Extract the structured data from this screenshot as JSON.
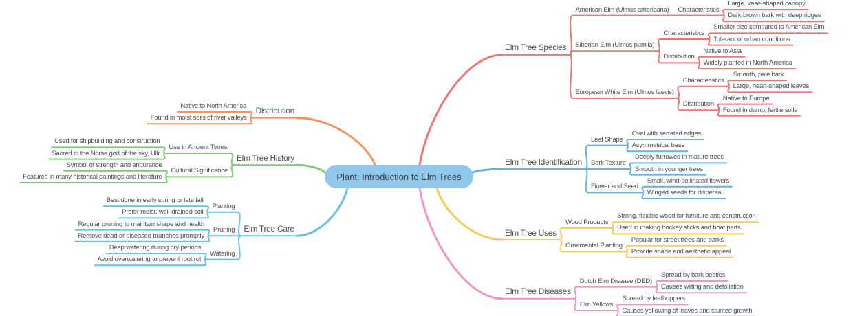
{
  "root": {
    "label": "Plant: Introduction to Elm Trees"
  },
  "theme": {
    "background": "#ffffff",
    "root_fill": "#92c7ec",
    "root_text": "#3a4149",
    "label_text": "#4a4f55"
  },
  "branches": [
    {
      "label": "Elm Tree Species",
      "color": "#ef7575",
      "side": "right",
      "children": [
        {
          "label": "American Elm (Ulmus americana)",
          "children": [
            {
              "label": "Characteristics",
              "children": [
                {
                  "label": "Large, vase-shaped canopy"
                },
                {
                  "label": "Dark brown bark with deep ridges"
                }
              ]
            }
          ]
        },
        {
          "label": "Siberian Elm (Ulmus pumila)",
          "children": [
            {
              "label": "Characteristics",
              "children": [
                {
                  "label": "Smaller size compared to American Elm"
                },
                {
                  "label": "Tolerant of urban conditions"
                }
              ]
            },
            {
              "label": "Distribution",
              "children": [
                {
                  "label": "Native to Asia"
                },
                {
                  "label": "Widely planted in North America"
                }
              ]
            }
          ]
        },
        {
          "label": "European White Elm (Ulmus laevis)",
          "children": [
            {
              "label": "Characteristics",
              "children": [
                {
                  "label": "Smooth, pale bark"
                },
                {
                  "label": "Large, heart-shaped leaves"
                }
              ]
            },
            {
              "label": "Distribution",
              "children": [
                {
                  "label": "Native to Europe"
                },
                {
                  "label": "Found in damp, fertile soils"
                }
              ]
            }
          ]
        }
      ]
    },
    {
      "label": "Elm Tree Identification",
      "color": "#63b1e5",
      "side": "right",
      "children": [
        {
          "label": "Leaf Shape",
          "children": [
            {
              "label": "Oval with serrated edges"
            },
            {
              "label": "Asymmetrical base"
            }
          ]
        },
        {
          "label": "Bark Texture",
          "children": [
            {
              "label": "Deeply furrowed in mature trees"
            },
            {
              "label": "Smooth in younger trees"
            }
          ]
        },
        {
          "label": "Flower and Seed",
          "children": [
            {
              "label": "Small, wind-pollinated flowers"
            },
            {
              "label": "Winged seeds for dispersal"
            }
          ]
        }
      ]
    },
    {
      "label": "Elm Tree Uses",
      "color": "#f8c85a",
      "side": "right",
      "children": [
        {
          "label": "Wood Products",
          "children": [
            {
              "label": "Strong, flexible wood for furniture and construction"
            },
            {
              "label": "Used in making hockey sticks and boat parts"
            }
          ]
        },
        {
          "label": "Ornamental Planting",
          "children": [
            {
              "label": "Popular for street trees and parks"
            },
            {
              "label": "Provide shade and aesthetic appeal"
            }
          ]
        }
      ]
    },
    {
      "label": "Elm Tree Diseases",
      "color": "#ee96c8",
      "side": "right",
      "children": [
        {
          "label": "Dutch Elm Disease (DED)",
          "children": [
            {
              "label": "Spread by bark beetles"
            },
            {
              "label": "Causes wilting and defoliation"
            }
          ]
        },
        {
          "label": "Elm Yellows",
          "children": [
            {
              "label": "Spread by leafhoppers"
            },
            {
              "label": "Causes yellowing of leaves and stunted growth"
            }
          ]
        }
      ]
    },
    {
      "label": "Distribution",
      "color": "#f2945e",
      "side": "left",
      "children": [
        {
          "label": "Native to North America"
        },
        {
          "label": "Found in moist soils of river valleys"
        }
      ]
    },
    {
      "label": "Elm Tree History",
      "color": "#7ec97a",
      "side": "left",
      "children": [
        {
          "label": "Use in Ancient Times",
          "children": [
            {
              "label": "Used for shipbuilding and construction"
            },
            {
              "label": "Sacred to the Norse god of the sky, Ullr"
            }
          ]
        },
        {
          "label": "Cultural Significance",
          "children": [
            {
              "label": "Symbol of strength and endurance"
            },
            {
              "label": "Featured in many historical paintings and literature"
            }
          ]
        }
      ]
    },
    {
      "label": "Elm Tree Care",
      "color": "#64c3e1",
      "side": "left",
      "children": [
        {
          "label": "Planting",
          "children": [
            {
              "label": "Best done in early spring or late fall"
            },
            {
              "label": "Prefer moist, well-drained soil"
            }
          ]
        },
        {
          "label": "Pruning",
          "children": [
            {
              "label": "Regular pruning to maintain shape and health"
            },
            {
              "label": "Remove dead or diseased branches promptly"
            }
          ]
        },
        {
          "label": "Watering",
          "children": [
            {
              "label": "Deep watering during dry periods"
            },
            {
              "label": "Avoid overwatering to prevent root rot"
            }
          ]
        }
      ]
    }
  ]
}
